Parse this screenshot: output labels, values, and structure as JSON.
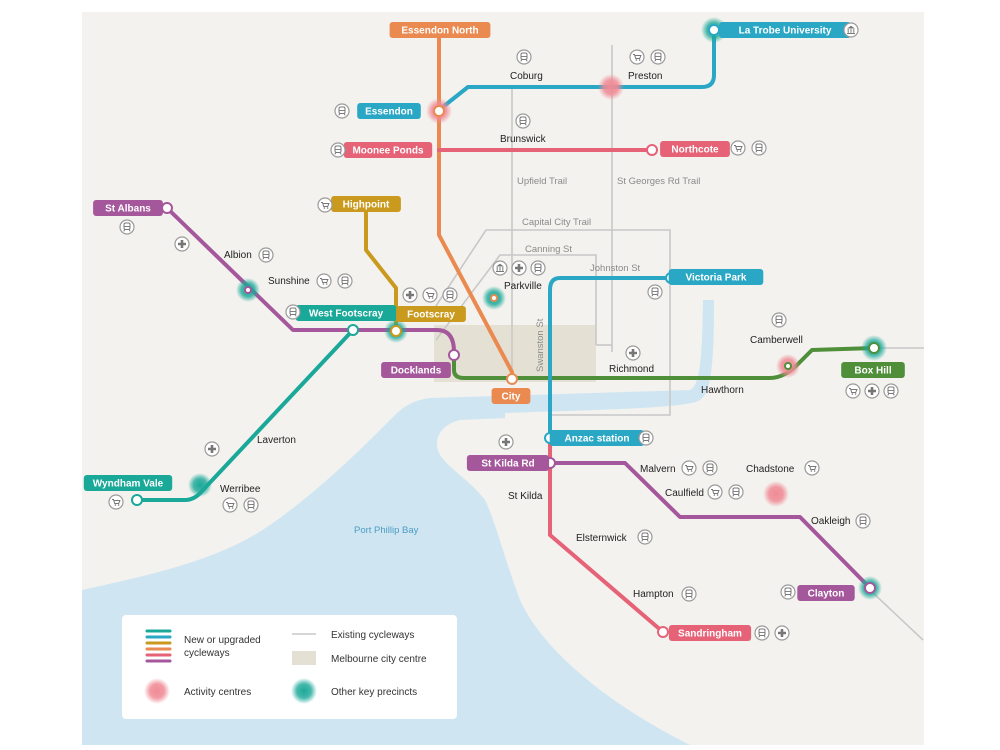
{
  "colors": {
    "land": "#f3f2ee",
    "water": "#cfe6f2",
    "teal": "#1aa898",
    "blue": "#2aa7c4",
    "purple": "#a5579b",
    "green": "#4f8f3a",
    "orange": "#ea8a50",
    "gold": "#c99a1e",
    "pink": "#e56277",
    "trail": "#c8c8c8",
    "activity": "#f08a95",
    "precinct": "#1aa898"
  },
  "water_label": "Port Phillip Bay",
  "trails": {
    "upfield": "Upfield Trail",
    "st_georges": "St Georges Rd Trail",
    "capital_city": "Capital City Trail",
    "canning": "Canning St",
    "johnston": "Johnston St",
    "swanston": "Swanston St"
  },
  "pills": {
    "essendon_north": "Essendon North",
    "la_trobe": "La Trobe University",
    "essendon": "Essendon",
    "moonee_ponds": "Moonee Ponds",
    "northcote": "Northcote",
    "st_albans": "St Albans",
    "highpoint": "Highpoint",
    "west_footscray": "West Footscray",
    "footscray": "Footscray",
    "victoria_park": "Victoria Park",
    "docklands": "Docklands",
    "city": "City",
    "box_hill": "Box Hill",
    "anzac": "Anzac station",
    "st_kilda_rd": "St Kilda Rd",
    "wyndham_vale": "Wyndham Vale",
    "clayton": "Clayton",
    "sandringham": "Sandringham"
  },
  "places": {
    "coburg": "Coburg",
    "preston": "Preston",
    "brunswick": "Brunswick",
    "albion": "Albion",
    "sunshine": "Sunshine",
    "parkville": "Parkville",
    "camberwell": "Camberwell",
    "richmond": "Richmond",
    "hawthorn": "Hawthorn",
    "laverton": "Laverton",
    "werribee": "Werribee",
    "malvern": "Malvern",
    "chadstone": "Chadstone",
    "caulfield": "Caulfield",
    "st_kilda": "St Kilda",
    "oakleigh": "Oakleigh",
    "elsternwick": "Elsternwick",
    "hampton": "Hampton"
  },
  "legend": {
    "new_cycleways": [
      "New or upgraded",
      "cycleways"
    ],
    "existing": "Existing cycleways",
    "city_centre": "Melbourne city centre",
    "activity": "Activity centres",
    "precinct": "Other key precincts"
  },
  "icons": [
    "cart-icon",
    "train-icon",
    "hospital-icon",
    "university-icon"
  ]
}
